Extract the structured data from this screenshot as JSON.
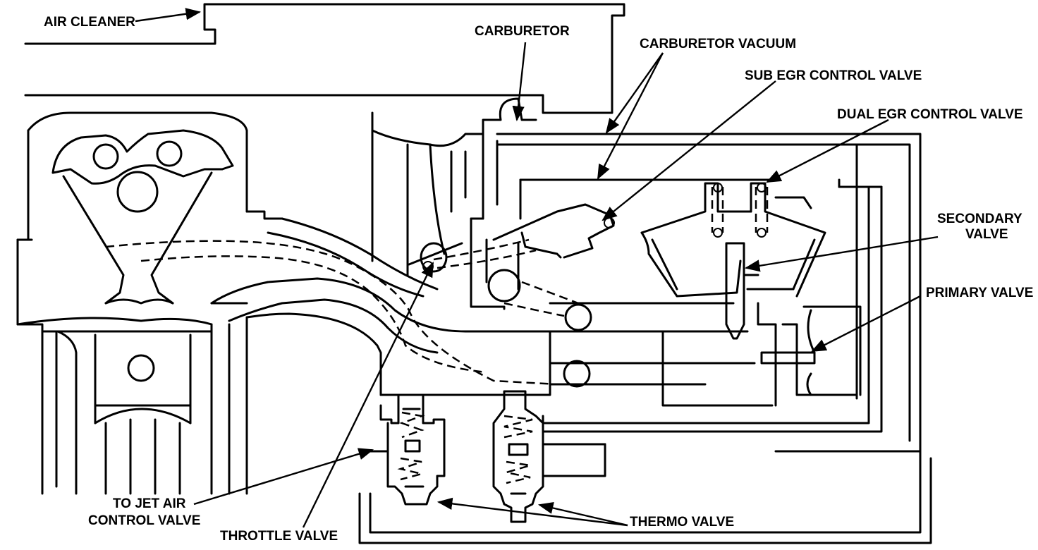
{
  "labels": {
    "air_cleaner": "AIR CLEANER",
    "carburetor": "CARBURETOR",
    "carburetor_vacuum": "CARBURETOR VACUUM",
    "sub_egr_control_valve": "SUB EGR CONTROL VALVE",
    "dual_egr_control_valve": "DUAL EGR CONTROL VALVE",
    "secondary_valve_line1": "SECONDARY",
    "secondary_valve_line2": "VALVE",
    "primary_valve": "PRIMARY VALVE",
    "to_jet_air_line1": "TO JET AIR",
    "to_jet_air_line2": "CONTROL VALVE",
    "throttle_valve": "THROTTLE VALVE",
    "thermo_valve": "THERMO VALVE"
  }
}
